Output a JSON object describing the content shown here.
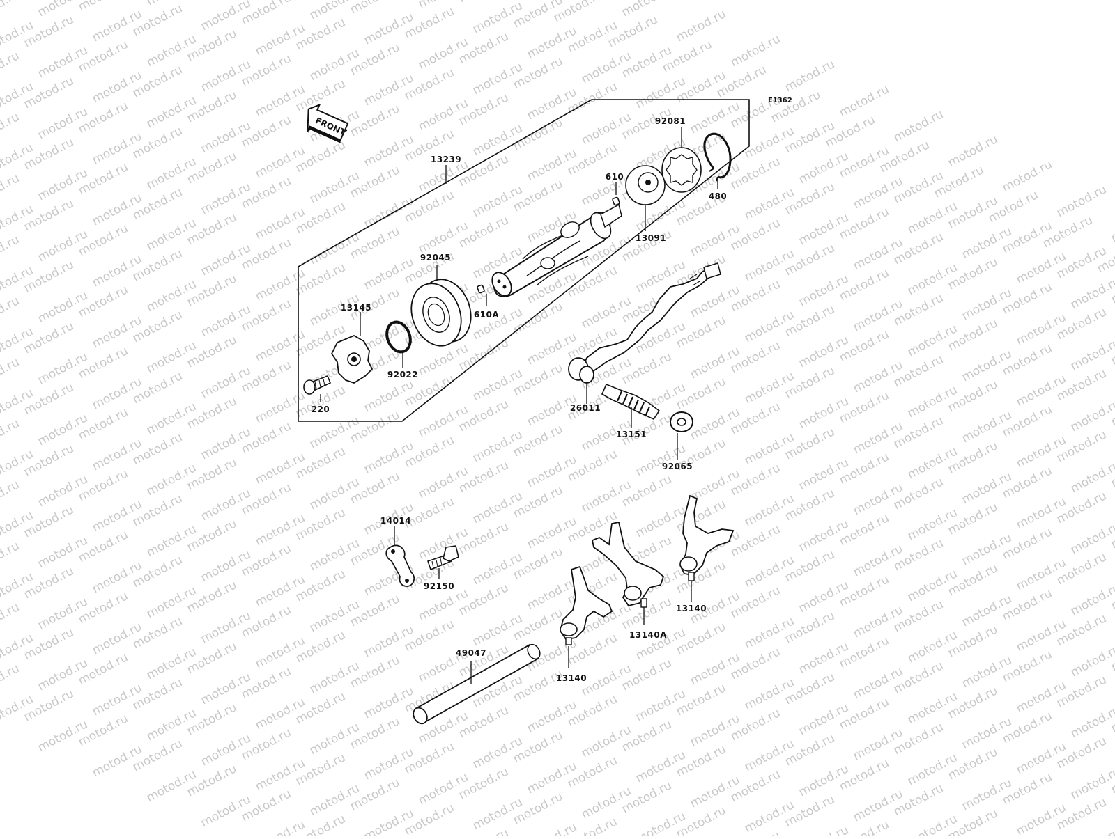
{
  "watermark": "motod.ru",
  "diagram_code": "E1362",
  "front_label": "FRONT",
  "labels": {
    "p13239": "13239",
    "p92081": "92081",
    "p610": "610",
    "p480": "480",
    "p13091": "13091",
    "p92045": "92045",
    "p610A": "610A",
    "p13145": "13145",
    "p92022": "92022",
    "p220": "220",
    "p26011": "26011",
    "p13151": "13151",
    "p92065": "92065",
    "p14014": "14014",
    "p92150": "92150",
    "p49047": "49047",
    "p13140a": "13140",
    "p13140A": "13140A",
    "p13140b": "13140"
  },
  "colors": {
    "line": "#111111",
    "watermark": "#c9c9c9",
    "background": "#ffffff"
  }
}
